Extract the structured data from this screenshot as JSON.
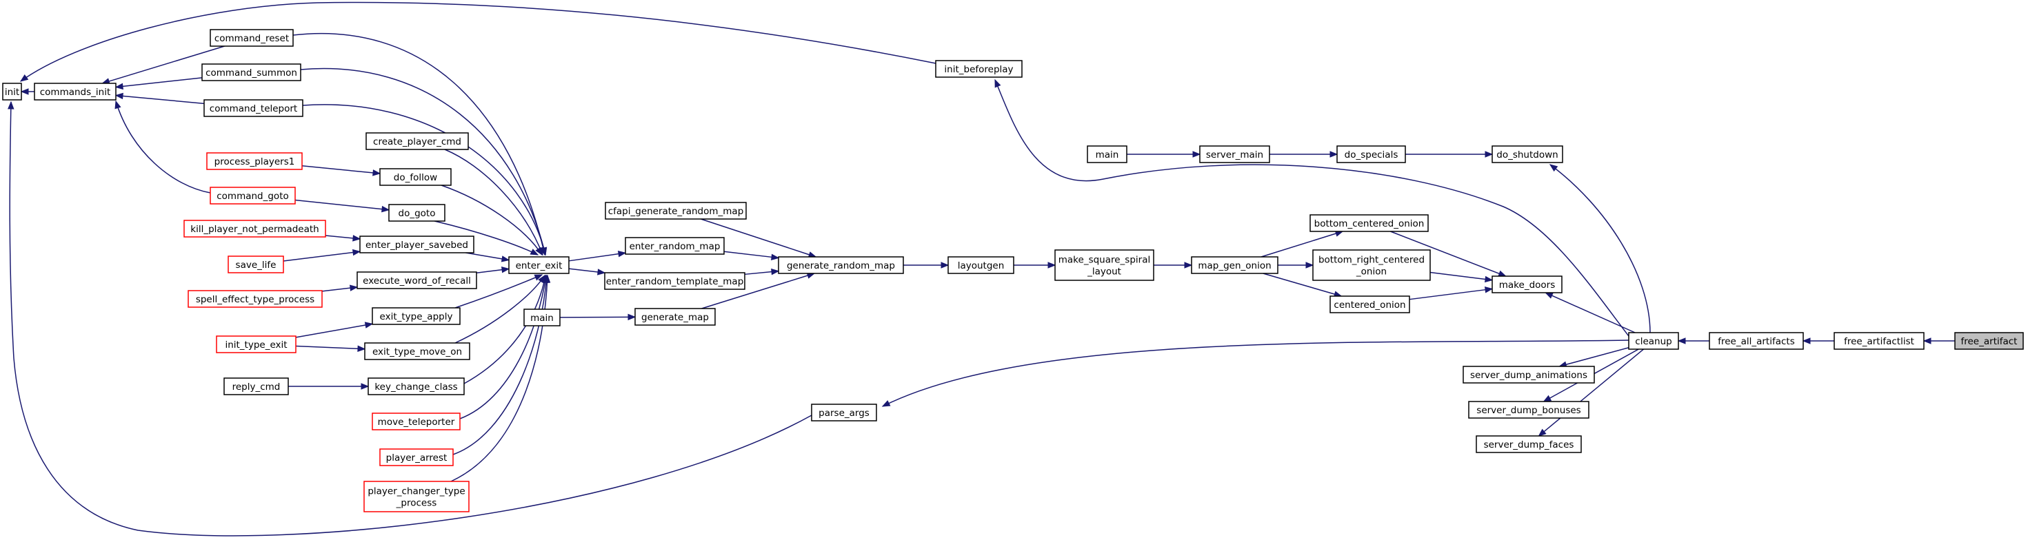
{
  "graph": {
    "nodes": [
      {
        "id": "init",
        "label": [
          "init"
        ],
        "truncated": false
      },
      {
        "id": "commands_init",
        "label": [
          "commands_init"
        ],
        "truncated": false
      },
      {
        "id": "command_reset",
        "label": [
          "command_reset"
        ],
        "truncated": false
      },
      {
        "id": "command_summon",
        "label": [
          "command_summon"
        ],
        "truncated": false
      },
      {
        "id": "command_teleport",
        "label": [
          "command_teleport"
        ],
        "truncated": false
      },
      {
        "id": "create_player_cmd",
        "label": [
          "create_player_cmd"
        ],
        "truncated": false
      },
      {
        "id": "process_players1",
        "label": [
          "process_players1"
        ],
        "truncated": true
      },
      {
        "id": "do_follow",
        "label": [
          "do_follow"
        ],
        "truncated": false
      },
      {
        "id": "command_goto",
        "label": [
          "command_goto"
        ],
        "truncated": true
      },
      {
        "id": "do_goto",
        "label": [
          "do_goto"
        ],
        "truncated": false
      },
      {
        "id": "kill_player_not_permadeath",
        "label": [
          "kill_player_not_permadeath"
        ],
        "truncated": true
      },
      {
        "id": "enter_player_savebed",
        "label": [
          "enter_player_savebed"
        ],
        "truncated": false
      },
      {
        "id": "save_life",
        "label": [
          "save_life"
        ],
        "truncated": true
      },
      {
        "id": "execute_word_of_recall",
        "label": [
          "execute_word_of_recall"
        ],
        "truncated": false
      },
      {
        "id": "spell_effect_type_process",
        "label": [
          "spell_effect_type_process"
        ],
        "truncated": true
      },
      {
        "id": "exit_type_apply",
        "label": [
          "exit_type_apply"
        ],
        "truncated": false
      },
      {
        "id": "init_type_exit",
        "label": [
          "init_type_exit"
        ],
        "truncated": true
      },
      {
        "id": "exit_type_move_on",
        "label": [
          "exit_type_move_on"
        ],
        "truncated": false
      },
      {
        "id": "reply_cmd",
        "label": [
          "reply_cmd"
        ],
        "truncated": false
      },
      {
        "id": "key_change_class",
        "label": [
          "key_change_class"
        ],
        "truncated": false
      },
      {
        "id": "move_teleporter",
        "label": [
          "move_teleporter"
        ],
        "truncated": true
      },
      {
        "id": "player_arrest",
        "label": [
          "player_arrest"
        ],
        "truncated": true
      },
      {
        "id": "player_changer_type_process",
        "label": [
          "player_changer_type",
          "_process"
        ],
        "truncated": true
      },
      {
        "id": "enter_exit",
        "label": [
          "enter_exit"
        ],
        "truncated": false
      },
      {
        "id": "main_a",
        "label": [
          "main"
        ],
        "truncated": false
      },
      {
        "id": "cfapi_generate_random_map",
        "label": [
          "cfapi_generate_random_map"
        ],
        "truncated": false
      },
      {
        "id": "enter_random_map",
        "label": [
          "enter_random_map"
        ],
        "truncated": false
      },
      {
        "id": "enter_random_template_map",
        "label": [
          "enter_random_template_map"
        ],
        "truncated": false
      },
      {
        "id": "generate_map",
        "label": [
          "generate_map"
        ],
        "truncated": false
      },
      {
        "id": "generate_random_map",
        "label": [
          "generate_random_map"
        ],
        "truncated": false
      },
      {
        "id": "layoutgen",
        "label": [
          "layoutgen"
        ],
        "truncated": false
      },
      {
        "id": "make_square_spiral_layout",
        "label": [
          "make_square_spiral",
          "_layout"
        ],
        "truncated": false
      },
      {
        "id": "map_gen_onion",
        "label": [
          "map_gen_onion"
        ],
        "truncated": false
      },
      {
        "id": "bottom_centered_onion",
        "label": [
          "bottom_centered_onion"
        ],
        "truncated": false
      },
      {
        "id": "bottom_right_centered_onion",
        "label": [
          "bottom_right_centered",
          "_onion"
        ],
        "truncated": false
      },
      {
        "id": "centered_onion",
        "label": [
          "centered_onion"
        ],
        "truncated": false
      },
      {
        "id": "make_doors",
        "label": [
          "make_doors"
        ],
        "truncated": false
      },
      {
        "id": "main_b",
        "label": [
          "main"
        ],
        "truncated": false
      },
      {
        "id": "server_main",
        "label": [
          "server_main"
        ],
        "truncated": false
      },
      {
        "id": "do_specials",
        "label": [
          "do_specials"
        ],
        "truncated": false
      },
      {
        "id": "do_shutdown",
        "label": [
          "do_shutdown"
        ],
        "truncated": false
      },
      {
        "id": "init_beforeplay",
        "label": [
          "init_beforeplay"
        ],
        "truncated": false
      },
      {
        "id": "parse_args",
        "label": [
          "parse_args"
        ],
        "truncated": false
      },
      {
        "id": "server_dump_animations",
        "label": [
          "server_dump_animations"
        ],
        "truncated": false
      },
      {
        "id": "server_dump_bonuses",
        "label": [
          "server_dump_bonuses"
        ],
        "truncated": false
      },
      {
        "id": "server_dump_faces",
        "label": [
          "server_dump_faces"
        ],
        "truncated": false
      },
      {
        "id": "cleanup",
        "label": [
          "cleanup"
        ],
        "truncated": false
      },
      {
        "id": "free_all_artifacts",
        "label": [
          "free_all_artifacts"
        ],
        "truncated": false
      },
      {
        "id": "free_artifactlist",
        "label": [
          "free_artifactlist"
        ],
        "truncated": false
      },
      {
        "id": "free_artifact",
        "label": [
          "free_artifact"
        ],
        "truncated": false,
        "highlighted": true
      }
    ],
    "edges": [
      [
        "commands_init",
        "init"
      ],
      [
        "command_reset",
        "commands_init"
      ],
      [
        "command_summon",
        "commands_init"
      ],
      [
        "command_teleport",
        "commands_init"
      ],
      [
        "command_goto",
        "commands_init"
      ],
      [
        "init_beforeplay",
        "init"
      ],
      [
        "parse_args",
        "init"
      ],
      [
        "process_players1",
        "do_follow"
      ],
      [
        "command_goto",
        "do_goto"
      ],
      [
        "kill_player_not_permadeath",
        "enter_player_savebed"
      ],
      [
        "save_life",
        "enter_player_savebed"
      ],
      [
        "spell_effect_type_process",
        "execute_word_of_recall"
      ],
      [
        "init_type_exit",
        "exit_type_apply"
      ],
      [
        "init_type_exit",
        "exit_type_move_on"
      ],
      [
        "reply_cmd",
        "key_change_class"
      ],
      [
        "command_reset",
        "enter_exit"
      ],
      [
        "command_summon",
        "enter_exit"
      ],
      [
        "command_teleport",
        "enter_exit"
      ],
      [
        "create_player_cmd",
        "enter_exit"
      ],
      [
        "do_follow",
        "enter_exit"
      ],
      [
        "do_goto",
        "enter_exit"
      ],
      [
        "enter_player_savebed",
        "enter_exit"
      ],
      [
        "execute_word_of_recall",
        "enter_exit"
      ],
      [
        "exit_type_apply",
        "enter_exit"
      ],
      [
        "exit_type_move_on",
        "enter_exit"
      ],
      [
        "key_change_class",
        "enter_exit"
      ],
      [
        "move_teleporter",
        "enter_exit"
      ],
      [
        "player_arrest",
        "enter_exit"
      ],
      [
        "player_changer_type_process",
        "enter_exit"
      ],
      [
        "enter_exit",
        "enter_random_map"
      ],
      [
        "enter_exit",
        "enter_random_template_map"
      ],
      [
        "main_a",
        "generate_map"
      ],
      [
        "cfapi_generate_random_map",
        "generate_random_map"
      ],
      [
        "enter_random_map",
        "generate_random_map"
      ],
      [
        "enter_random_template_map",
        "generate_random_map"
      ],
      [
        "generate_map",
        "generate_random_map"
      ],
      [
        "generate_random_map",
        "layoutgen"
      ],
      [
        "layoutgen",
        "make_square_spiral_layout"
      ],
      [
        "make_square_spiral_layout",
        "map_gen_onion"
      ],
      [
        "map_gen_onion",
        "bottom_centered_onion"
      ],
      [
        "map_gen_onion",
        "bottom_right_centered_onion"
      ],
      [
        "map_gen_onion",
        "centered_onion"
      ],
      [
        "bottom_centered_onion",
        "make_doors"
      ],
      [
        "bottom_right_centered_onion",
        "make_doors"
      ],
      [
        "centered_onion",
        "make_doors"
      ],
      [
        "main_b",
        "server_main"
      ],
      [
        "server_main",
        "do_specials"
      ],
      [
        "do_specials",
        "do_shutdown"
      ],
      [
        "cleanup",
        "do_shutdown"
      ],
      [
        "cleanup",
        "init_beforeplay"
      ],
      [
        "cleanup",
        "make_doors"
      ],
      [
        "cleanup",
        "parse_args"
      ],
      [
        "cleanup",
        "server_dump_animations"
      ],
      [
        "cleanup",
        "server_dump_bonuses"
      ],
      [
        "cleanup",
        "server_dump_faces"
      ],
      [
        "free_all_artifacts",
        "cleanup"
      ],
      [
        "free_artifactlist",
        "free_all_artifacts"
      ],
      [
        "free_artifact",
        "free_artifactlist"
      ]
    ]
  }
}
